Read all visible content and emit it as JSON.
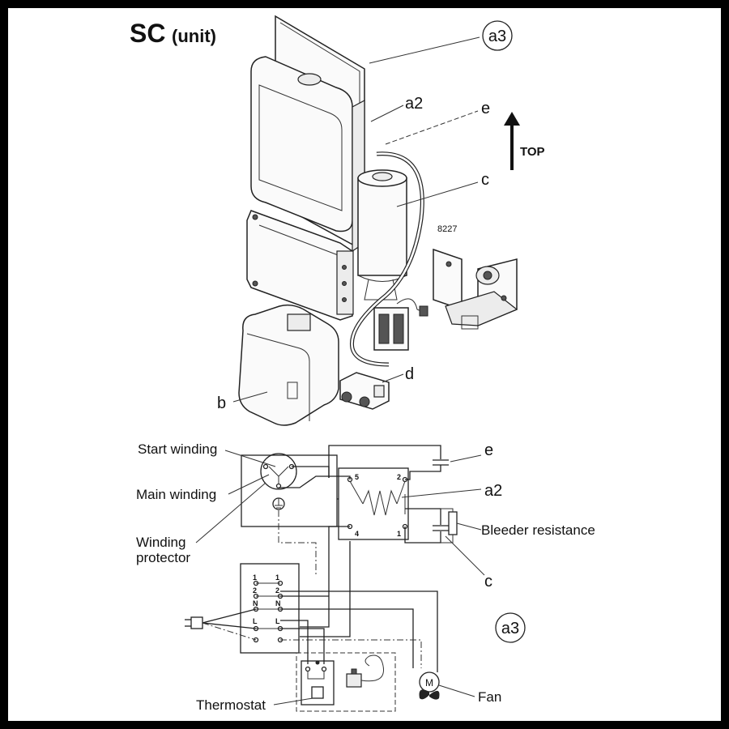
{
  "title": {
    "main": "SC",
    "sub": "(unit)"
  },
  "direction": "TOP",
  "figure_number": "8227",
  "part_labels": {
    "a3": "a3",
    "a2": "a2",
    "e": "e",
    "c": "c",
    "d": "d",
    "b": "b"
  },
  "schematic": {
    "start_winding": "Start winding",
    "main_winding": "Main winding",
    "winding_protector_line1": "Winding",
    "winding_protector_line2": "protector",
    "e": "e",
    "a2": "a2",
    "bleeder": "Bleeder resistance",
    "c": "c",
    "a3": "a3",
    "thermostat": "Thermostat",
    "fan": "Fan",
    "motor_symbol": "M",
    "relay_terminals": [
      "5",
      "2",
      "4",
      "1"
    ],
    "terminal_block": [
      "1",
      "1",
      "2",
      "2",
      "N",
      "N",
      "L",
      "L"
    ]
  }
}
